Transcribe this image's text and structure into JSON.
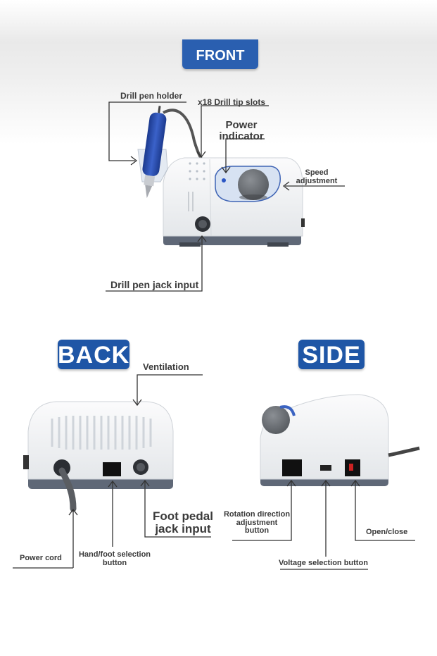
{
  "badges": {
    "front": "FRONT",
    "back": "BACK",
    "side": "SIDE"
  },
  "front": {
    "drill_pen_holder": "Drill pen holder",
    "drill_tip_slots": "x18 Drill tip slots",
    "power_indicator_l1": "Power",
    "power_indicator_l2": "indicator",
    "speed_adjustment_l1": "Speed",
    "speed_adjustment_l2": "adjustment",
    "drill_pen_jack": "Drill pen jack input"
  },
  "back": {
    "ventilation": "Ventilation",
    "foot_pedal_l1": "Foot pedal",
    "foot_pedal_l2": "jack input",
    "power_cord": "Power cord",
    "hand_foot_l1": "Hand/foot selection",
    "hand_foot_l2": "button"
  },
  "side": {
    "rotation_l1": "Rotation direction",
    "rotation_l2": "adjustment",
    "rotation_l3": "button",
    "open_close": "Open/close",
    "voltage": "Voltage selection button"
  },
  "colors": {
    "badge_blue": "#2255a4",
    "device_white": "#f2f4f6",
    "device_base": "#6c7584",
    "pen_blue": "#2a49a8",
    "knob_grey": "#6a6e73"
  }
}
